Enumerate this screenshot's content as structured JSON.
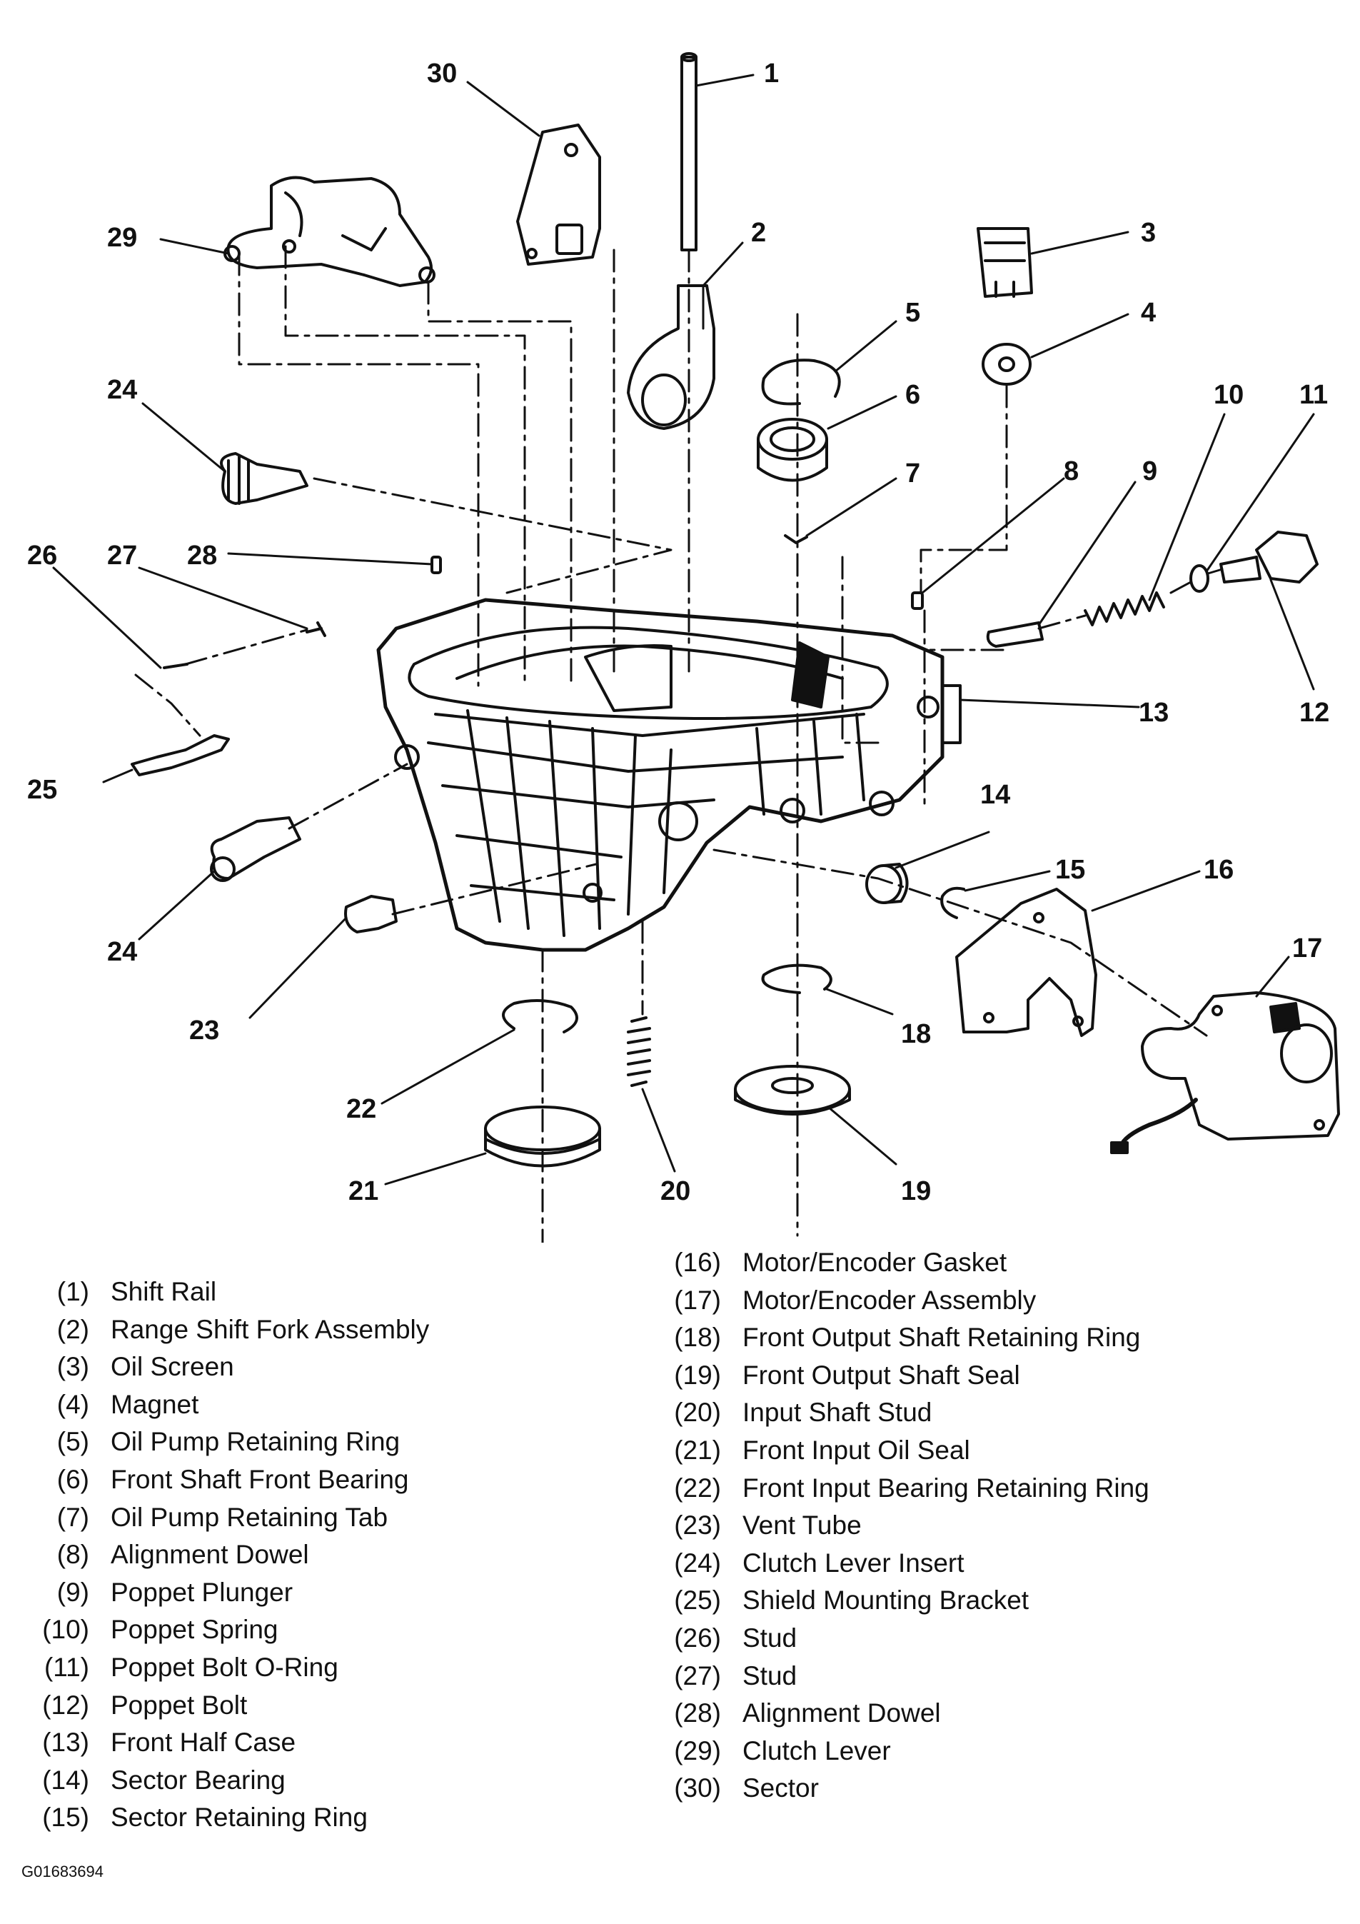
{
  "diagram": {
    "callouts": [
      "1",
      "2",
      "3",
      "4",
      "5",
      "6",
      "7",
      "8",
      "9",
      "10",
      "11",
      "12",
      "13",
      "14",
      "15",
      "16",
      "17",
      "18",
      "19",
      "20",
      "21",
      "22",
      "23",
      "24",
      "24",
      "25",
      "26",
      "27",
      "28",
      "29",
      "30"
    ]
  },
  "legend": {
    "left": [
      {
        "num": "(1)",
        "label": "Shift Rail"
      },
      {
        "num": "(2)",
        "label": "Range Shift Fork Assembly"
      },
      {
        "num": "(3)",
        "label": "Oil Screen"
      },
      {
        "num": "(4)",
        "label": "Magnet"
      },
      {
        "num": "(5)",
        "label": "Oil Pump Retaining Ring"
      },
      {
        "num": "(6)",
        "label": "Front Shaft Front Bearing"
      },
      {
        "num": "(7)",
        "label": "Oil Pump Retaining Tab"
      },
      {
        "num": "(8)",
        "label": "Alignment Dowel"
      },
      {
        "num": "(9)",
        "label": "Poppet Plunger"
      },
      {
        "num": "(10)",
        "label": "Poppet Spring"
      },
      {
        "num": "(11)",
        "label": "Poppet Bolt O-Ring"
      },
      {
        "num": "(12)",
        "label": "Poppet Bolt"
      },
      {
        "num": "(13)",
        "label": "Front Half Case"
      },
      {
        "num": "(14)",
        "label": "Sector Bearing"
      },
      {
        "num": "(15)",
        "label": "Sector Retaining Ring"
      }
    ],
    "right": [
      {
        "num": "(16)",
        "label": "Motor/Encoder Gasket"
      },
      {
        "num": "(17)",
        "label": "Motor/Encoder Assembly"
      },
      {
        "num": "(18)",
        "label": "Front Output Shaft Retaining Ring"
      },
      {
        "num": "(19)",
        "label": "Front Output Shaft Seal"
      },
      {
        "num": "(20)",
        "label": "Input Shaft Stud"
      },
      {
        "num": "(21)",
        "label": "Front Input Oil Seal"
      },
      {
        "num": "(22)",
        "label": "Front Input Bearing Retaining Ring"
      },
      {
        "num": "(23)",
        "label": "Vent Tube"
      },
      {
        "num": "(24)",
        "label": "Clutch Lever Insert"
      },
      {
        "num": "(25)",
        "label": "Shield Mounting Bracket"
      },
      {
        "num": "(26)",
        "label": "Stud"
      },
      {
        "num": "(27)",
        "label": "Stud"
      },
      {
        "num": "(28)",
        "label": "Alignment Dowel"
      },
      {
        "num": "(29)",
        "label": "Clutch Lever"
      },
      {
        "num": "(30)",
        "label": "Sector"
      }
    ]
  },
  "figure_code": "G01683694"
}
